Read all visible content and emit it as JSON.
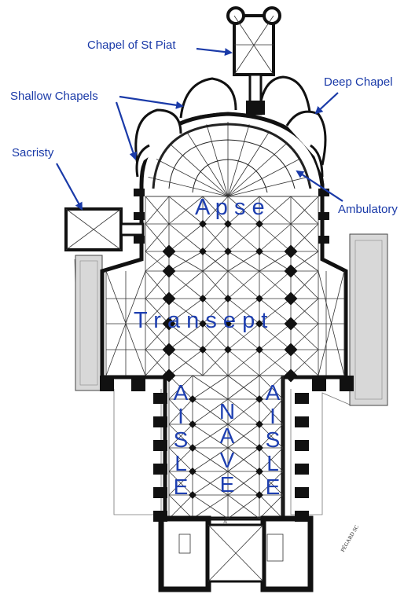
{
  "labels": {
    "chapel_st_piat": "Chapel of St Piat",
    "shallow_chapels": "Shallow Chapels",
    "deep_chapel": "Deep Chapel",
    "sacristy": "Sacristy",
    "ambulatory": "Ambulatory",
    "apse": "A p s e",
    "transept": "T r a n s e p t",
    "aisle_letters": [
      "A",
      "I",
      "S",
      "L",
      "E"
    ],
    "nave_letters": [
      "N",
      "A",
      "V",
      "E"
    ],
    "engraver": "PÉGARD SC",
    "nave_mark": "A"
  },
  "colors": {
    "label": "#1a3aa8",
    "arrow": "#1a3aa8",
    "ink": "#111111",
    "line": "#333333",
    "grey": "#c8c8c8"
  }
}
